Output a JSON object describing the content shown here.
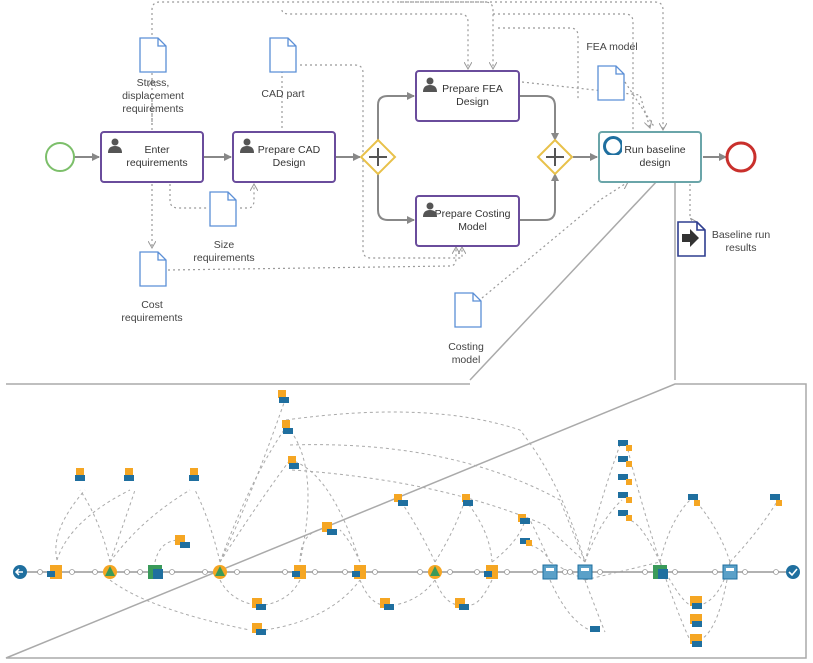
{
  "tasks": {
    "enter_requirements": "Enter\nrequirements",
    "prepare_cad": "Prepare CAD\nDesign",
    "prepare_fea": "Prepare FEA\nDesign",
    "prepare_costing": "Prepare Costing\nModel",
    "run_baseline": "Run baseline\ndesign"
  },
  "data_objects": {
    "stress": "Stress,\ndisplacement\nrequirements",
    "cad_part": "CAD part",
    "fea_model": "FEA model",
    "size": "Size\nrequirements",
    "cost": "Cost\nrequirements",
    "costing_model": "Costing\nmodel",
    "baseline_results": "Baseline run\nresults"
  },
  "colors": {
    "task_border": "#6a4c9c",
    "service_border": "#6aa5a9",
    "start_event": "#7cbf6a",
    "end_event": "#c9302c",
    "gateway": "#e8c14a",
    "data_object": "#5b8fd6",
    "detail_blue": "#1f6f9f",
    "detail_orange": "#f5a623"
  }
}
